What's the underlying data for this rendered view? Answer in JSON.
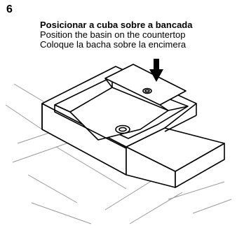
{
  "step": {
    "number": "6",
    "title_pt": "Posicionar a cuba sobre a bancada",
    "text_en": "Position the basin on the countertop",
    "text_es": "Coloque la bacha sobre la encimera"
  },
  "illustration": {
    "line_color": "#000000",
    "floor_line_color": "#9a9a9a",
    "fill_color": "#ffffff"
  }
}
